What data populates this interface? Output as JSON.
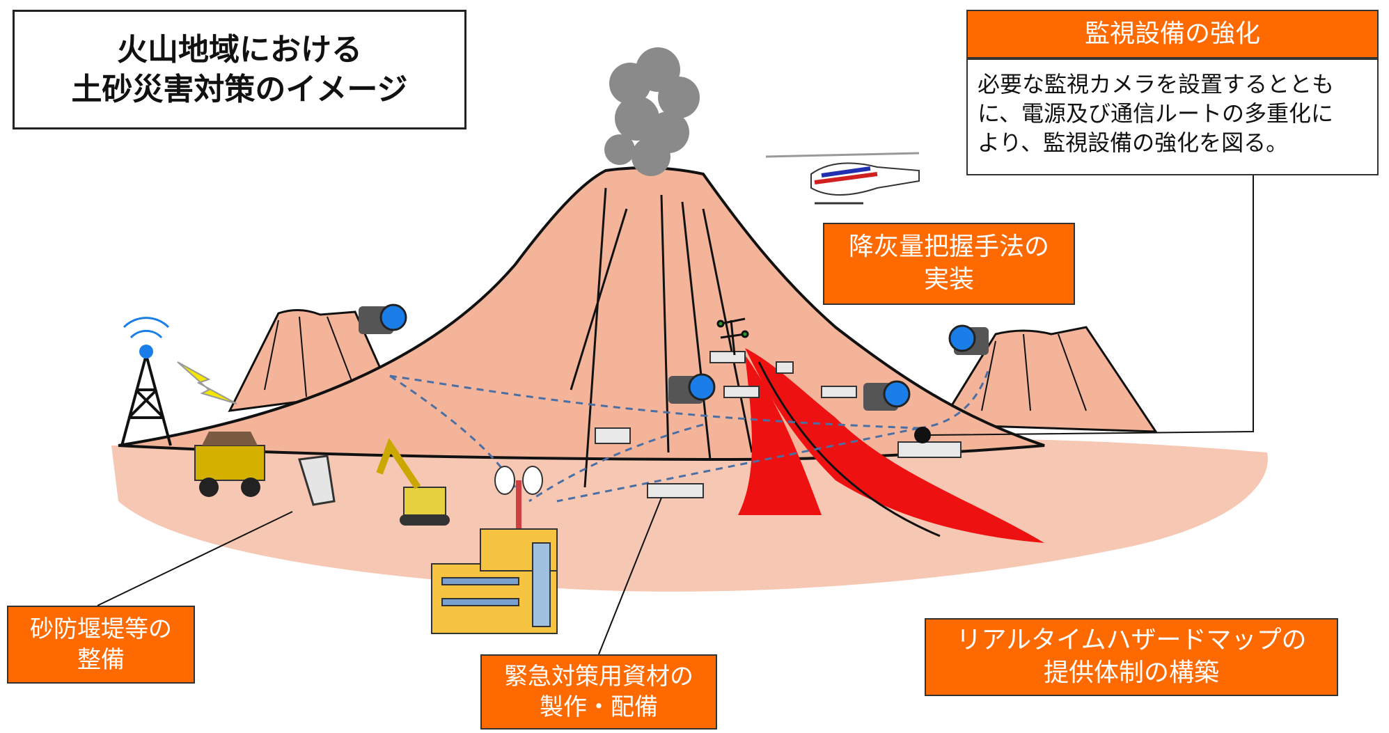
{
  "title": {
    "line1": "火山地域における",
    "line2": "土砂災害対策のイメージ"
  },
  "labels": {
    "monitoring_title": "監視設備の強化",
    "monitoring_desc": [
      "必要な監視カメラを設置するととも",
      "に、電源及び通信ルートの多重化に",
      "より、監視設備の強化を図る。"
    ],
    "ash_fall": [
      "降灰量把握手法の",
      "実装"
    ],
    "sabo_dam": [
      "砂防堰堤等の",
      "整備"
    ],
    "emergency_materials": [
      "緊急対策用資材の",
      "製作・配備"
    ],
    "hazard_map": [
      "リアルタイムハザードマップの",
      "提供体制の構築"
    ]
  },
  "colors": {
    "label_fill": "#ff6a00",
    "mountain": "#f3b49a",
    "ground": "#f6c7b3",
    "lava": "#ee1111",
    "smoke": "#8a8a8a",
    "network_line": "#4a6fa5"
  },
  "icons": [
    "volcano-icon",
    "smoke-icon",
    "helicopter-icon",
    "camera-icon",
    "radio-tower-icon",
    "dump-truck-icon",
    "excavator-icon",
    "building-icon",
    "sabo-dam-icon",
    "concrete-block-icon",
    "antenna-icon",
    "lightning-icon",
    "sensor-pole-icon"
  ]
}
